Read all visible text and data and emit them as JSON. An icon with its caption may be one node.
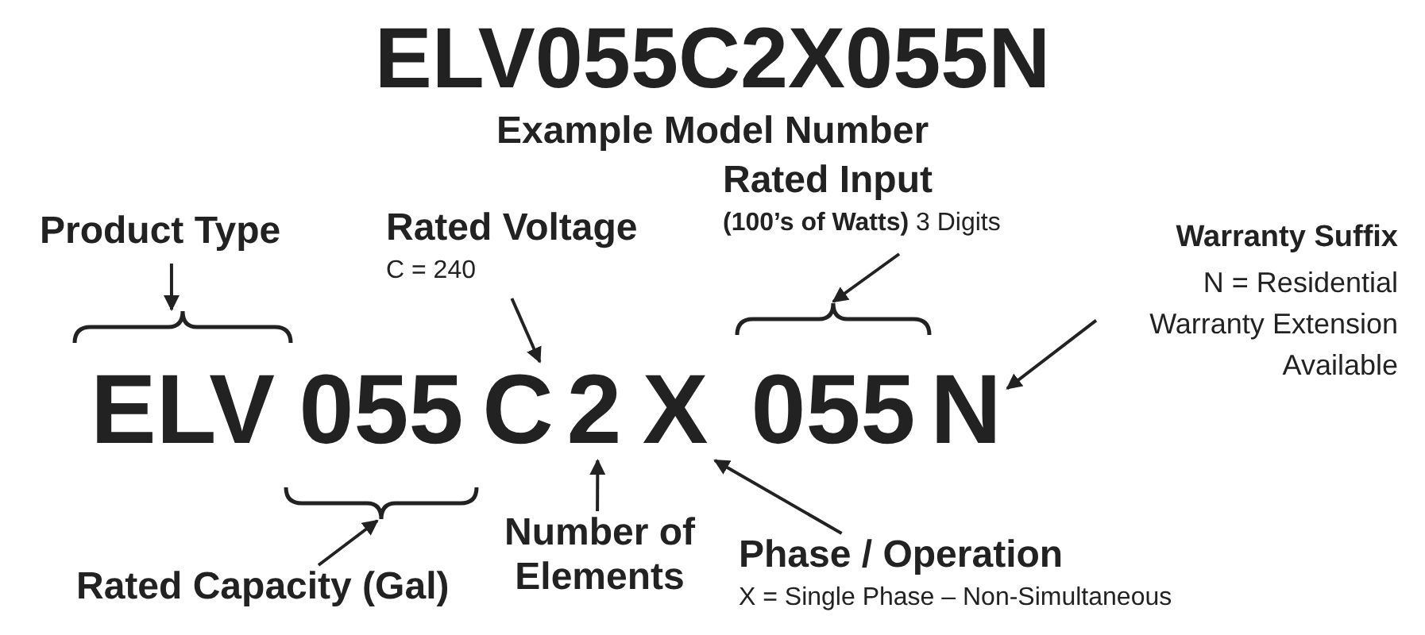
{
  "diagram": {
    "title": "ELV055C2X055N",
    "nodes": [
      {
        "text": [
          "ELV"
        ]
      },
      {
        "text": [
          "055"
        ]
      },
      {
        "text": [
          "C"
        ]
      },
      {
        "text": [
          "2"
        ]
      },
      {
        "text": [
          "X"
        ]
      },
      {
        "text": [
          "055"
        ]
      },
      {
        "text": [
          "N"
        ]
      },
      {
        "text": [
          "Product Type"
        ]
      },
      {
        "text": [
          "Rated Voltage",
          "C = 240"
        ]
      },
      {
        "text": [
          "Rated Input",
          "**(100’s of Watts)** 3 Digits"
        ]
      },
      {
        "text": [
          "Warranty Suffix",
          "N = Residential Warranty Extension Available"
        ]
      },
      {
        "text": [
          "Rated Capacity (Gal)"
        ]
      },
      {
        "text": [
          "Number of Elements"
        ]
      },
      {
        "text": [
          "Phase / Operation",
          "X = Single Phase – Non-Simultaneous"
        ]
      }
    ],
    "edges": [
      {
        "from": 7,
        "to": 0,
        "arrow": "to"
      },
      {
        "from": 8,
        "to": 2,
        "arrow": "to"
      },
      {
        "from": 9,
        "to": 5,
        "arrow": "to"
      },
      {
        "from": 10,
        "to": 6,
        "arrow": "to"
      },
      {
        "from": 11,
        "to": 1,
        "arrow": "to"
      },
      {
        "from": 12,
        "to": 3,
        "arrow": "to"
      },
      {
        "from": 13,
        "to": 4,
        "arrow": "to"
      }
    ],
    "labels": [
      "Example Model Number"
    ]
  }
}
